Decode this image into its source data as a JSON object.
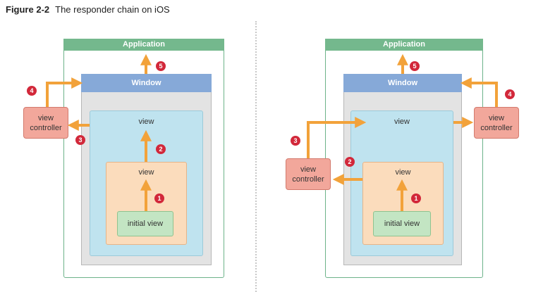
{
  "figure": {
    "number": "Figure 2-2",
    "caption": "The responder chain on iOS"
  },
  "left": {
    "application": "Application",
    "window": "Window",
    "view_outer": "view",
    "view_inner": "view",
    "initial_view": "initial view",
    "view_controller": "view\ncontroller",
    "steps": [
      "1",
      "2",
      "3",
      "4",
      "5"
    ]
  },
  "right": {
    "application": "Application",
    "window": "Window",
    "view_outer": "view",
    "view_inner": "view",
    "initial_view": "initial view",
    "view_controller_top": "view\ncontroller",
    "view_controller_bottom": "view\ncontroller",
    "steps": [
      "1",
      "2",
      "3",
      "4",
      "5"
    ]
  },
  "colors": {
    "arrow": "#f2a23a",
    "badge": "#d2283a",
    "application": "#74b88d",
    "window": "#86a9d8"
  }
}
